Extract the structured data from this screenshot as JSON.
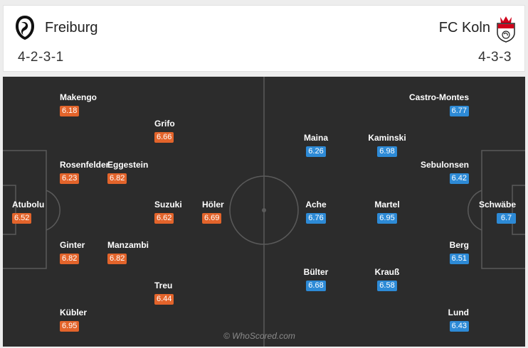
{
  "home": {
    "name": "Freiburg",
    "formation": "4-2-3-1",
    "players": [
      {
        "name": "Makengo",
        "rating": "6.18"
      },
      {
        "name": "Grifo",
        "rating": "6.66"
      },
      {
        "name": "Rosenfelder",
        "rating": "6.23"
      },
      {
        "name": "Eggestein",
        "rating": "6.82"
      },
      {
        "name": "Atubolu",
        "rating": "6.52"
      },
      {
        "name": "Suzuki",
        "rating": "6.62"
      },
      {
        "name": "Höler",
        "rating": "6.69"
      },
      {
        "name": "Ginter",
        "rating": "6.82"
      },
      {
        "name": "Manzambi",
        "rating": "6.82"
      },
      {
        "name": "Treu",
        "rating": "6.44"
      },
      {
        "name": "Kübler",
        "rating": "6.95"
      }
    ]
  },
  "away": {
    "name": "FC Koln",
    "formation": "4-3-3",
    "players": [
      {
        "name": "Castro-Montes",
        "rating": "6.77"
      },
      {
        "name": "Maina",
        "rating": "6.26"
      },
      {
        "name": "Kaminski",
        "rating": "6.98"
      },
      {
        "name": "Sebulonsen",
        "rating": "6.42"
      },
      {
        "name": "Ache",
        "rating": "6.76"
      },
      {
        "name": "Martel",
        "rating": "6.95"
      },
      {
        "name": "Schwäbe",
        "rating": "6.7"
      },
      {
        "name": "Berg",
        "rating": "6.51"
      },
      {
        "name": "Bülter",
        "rating": "6.68"
      },
      {
        "name": "Krauß",
        "rating": "6.58"
      },
      {
        "name": "Lund",
        "rating": "6.43"
      }
    ]
  },
  "watermark": "© WhoScored.com",
  "colors": {
    "home_rating": "#e3642b",
    "away_rating": "#2d8ad6",
    "pitch": "#2c2c2c"
  },
  "icons": {
    "home_crest": "freiburg-crest-icon",
    "away_crest": "koln-crest-icon"
  }
}
